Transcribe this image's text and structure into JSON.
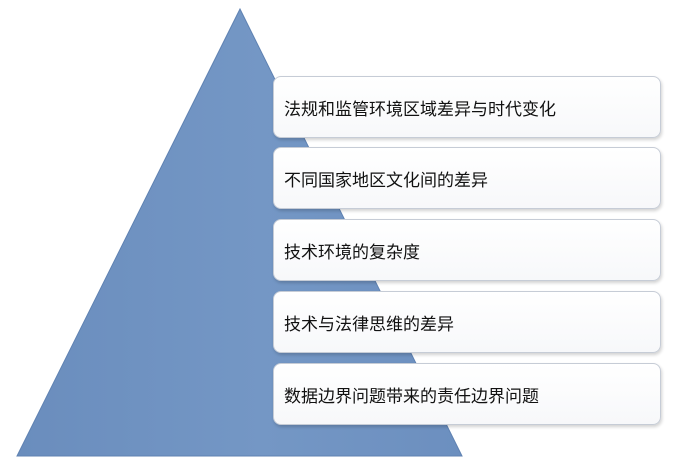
{
  "diagram": {
    "tiers": [
      {
        "label": "法规和监管环境区域差异与时代变化"
      },
      {
        "label": "不同国家地区文化间的差异"
      },
      {
        "label": "技术环境的复杂度"
      },
      {
        "label": "技术与法律思维的差异"
      },
      {
        "label": "数据边界问题带来的责任边界问题"
      }
    ]
  },
  "colors": {
    "pyramid_fill": "#7194c2",
    "pyramid_edge": "#5f82b2",
    "box_border": "#c6ccd6",
    "text": "#111111"
  }
}
